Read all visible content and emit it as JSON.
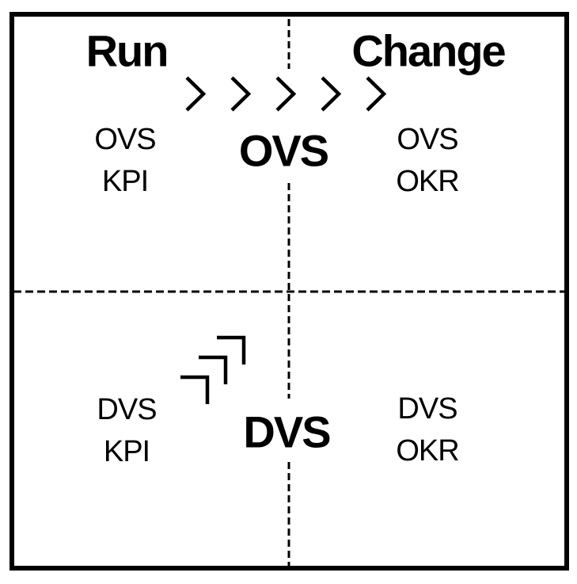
{
  "colors": {
    "background": "#ffffff",
    "ink": "#000000"
  },
  "quadrants": {
    "top_left": {
      "heading": "Run",
      "label": [
        "OVS",
        "KPI"
      ]
    },
    "top_right": {
      "heading": "Change",
      "label": [
        "OVS",
        "OKR"
      ]
    },
    "bottom_left": {
      "label": [
        "DVS",
        "KPI"
      ]
    },
    "bottom_right": {
      "label": [
        "DVS",
        "OKR"
      ]
    }
  },
  "center_labels": {
    "top": "OVS",
    "bottom": "DVS"
  },
  "icons": {
    "chevron_flow": {
      "icon": "chevron-right-icon",
      "count": 5
    },
    "corner_brackets": {
      "icon": "corner-bracket-icon",
      "count": 3
    }
  }
}
